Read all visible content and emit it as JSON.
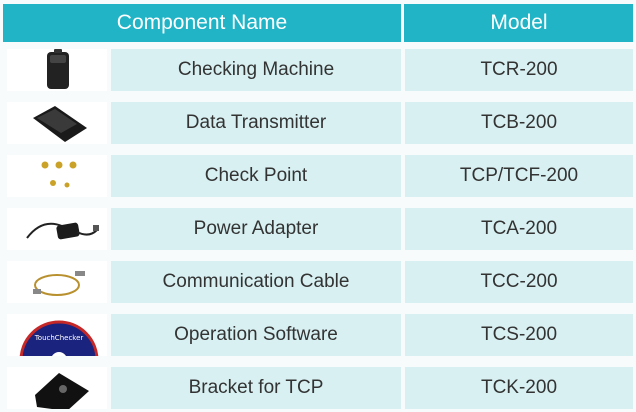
{
  "header": {
    "component_name": "Component Name",
    "model": "Model"
  },
  "rows": [
    {
      "name": "Checking Machine",
      "model": "TCR-200",
      "icon": "checking-machine-icon"
    },
    {
      "name": "Data Transmitter",
      "model": "TCB-200",
      "icon": "data-transmitter-icon"
    },
    {
      "name": "Check Point",
      "model": "TCP/TCF-200",
      "icon": "check-point-icon"
    },
    {
      "name": "Power Adapter",
      "model": "TCA-200",
      "icon": "power-adapter-icon"
    },
    {
      "name": "Communication Cable",
      "model": "TCC-200",
      "icon": "communication-cable-icon"
    },
    {
      "name": "Operation Software",
      "model": "TCS-200",
      "icon": "software-disc-icon"
    },
    {
      "name": "Bracket for TCP",
      "model": "TCK-200",
      "icon": "bracket-icon"
    }
  ],
  "disc_label": "TouchChecker",
  "colors": {
    "header_bg": "#20b4c6",
    "cell_bg": "#d8f0f2",
    "page_bg": "#f7fbfb"
  }
}
